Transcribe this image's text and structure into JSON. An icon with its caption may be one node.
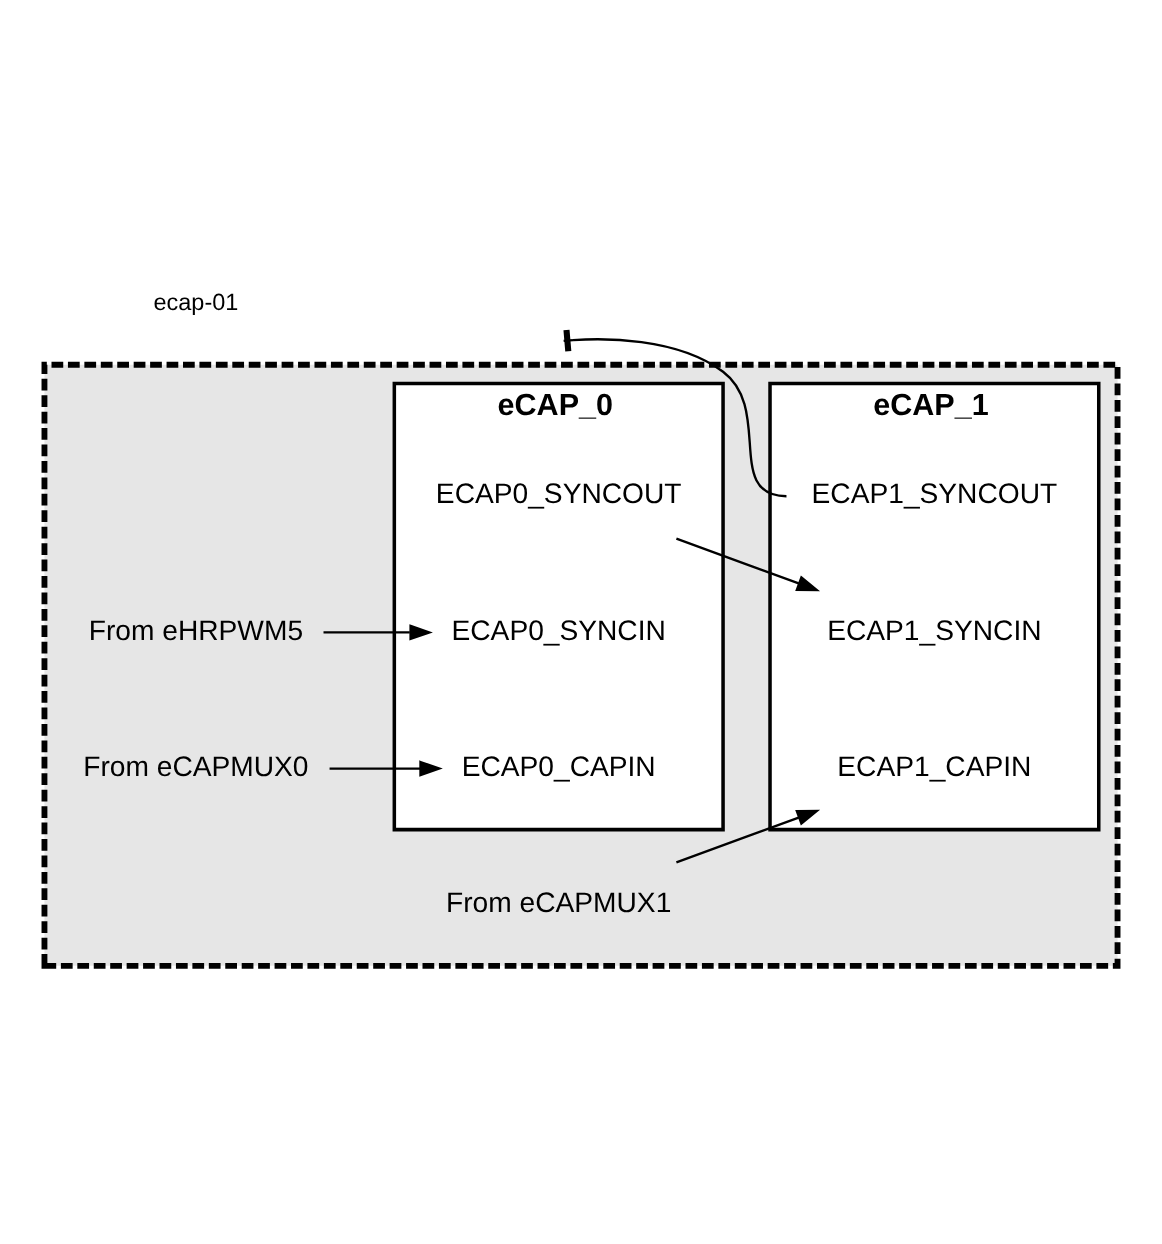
{
  "diagram": {
    "nodes": [
      {
        "text": [],
        "shape": "box"
      },
      {
        "text": [
          "eCAP_0"
        ],
        "in": 0
      },
      {
        "text": [
          "ECAP0_SYNCIN"
        ],
        "in": 1
      },
      {
        "text": [
          "ECAP0_CAPIN"
        ],
        "in": 1
      },
      {
        "text": [
          "ECAP0_SYNCOUT"
        ],
        "in": 1
      },
      {
        "text": [
          "eCAP_1"
        ],
        "in": 0
      },
      {
        "text": [
          "ECAP1_SYNCIN"
        ],
        "in": 5
      },
      {
        "text": [
          "ECAP1_CAPIN"
        ],
        "in": 5
      },
      {
        "text": [
          "ECAP1_SYNCOUT"
        ],
        "in": 5
      },
      {
        "text": [
          "From eHRPWM5"
        ],
        "in": 0
      },
      {
        "text": [
          "From eCAPMUX0"
        ],
        "in": 0
      },
      {
        "text": [
          "From eCAPMUX1"
        ],
        "in": 0
      }
    ],
    "edges": [
      {
        "from": 9,
        "to": 2,
        "arrow": "to"
      },
      {
        "from": 10,
        "to": 3,
        "arrow": "to"
      },
      {
        "from": 4,
        "to": 6,
        "arrow": "to"
      },
      {
        "from": 11,
        "to": 7,
        "arrow": "to"
      },
      {
        "from": 8,
        "to": null,
        "arrow": "other"
      }
    ],
    "labels": [
      "ecap-01"
    ]
  }
}
